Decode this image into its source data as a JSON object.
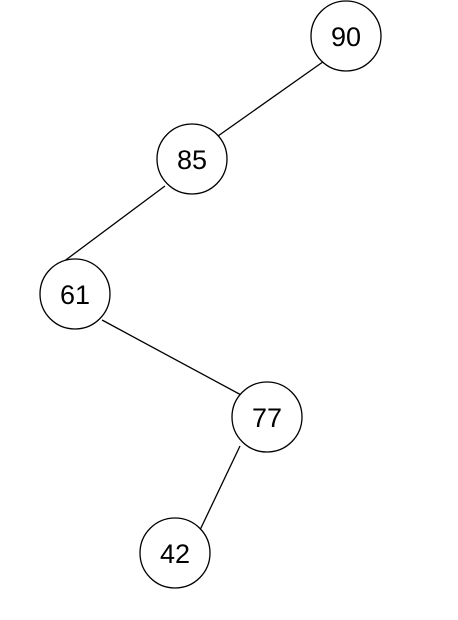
{
  "tree": {
    "nodes": [
      {
        "id": "n90",
        "label": "90"
      },
      {
        "id": "n85",
        "label": "85"
      },
      {
        "id": "n61",
        "label": "61"
      },
      {
        "id": "n77",
        "label": "77"
      },
      {
        "id": "n42",
        "label": "42"
      }
    ],
    "edges": [
      {
        "from": "n90",
        "to": "n85"
      },
      {
        "from": "n85",
        "to": "n61"
      },
      {
        "from": "n61",
        "to": "n77"
      },
      {
        "from": "n77",
        "to": "n42"
      }
    ]
  }
}
